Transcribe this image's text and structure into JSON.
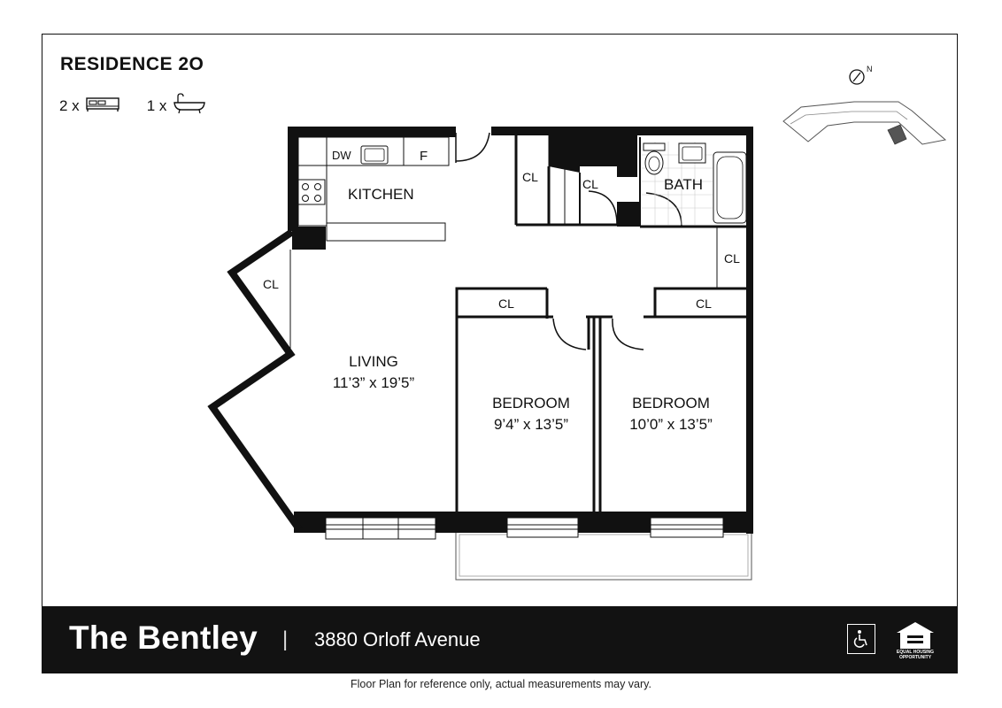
{
  "header": {
    "residence_title": "RESIDENCE 2O",
    "bedroom_count": "2 x",
    "bath_count": "1 x",
    "bed_icon": "bed-icon",
    "bathtub_icon": "bathtub-icon"
  },
  "rooms": {
    "dw": "DW",
    "fridge": "F",
    "kitchen": "KITCHEN",
    "closet": "CL",
    "bath": "BATH",
    "living": "LIVING",
    "living_dims": "11’3” x 19’5”",
    "bedroom1": "BEDROOM",
    "bedroom1_dims": "9’4” x 13’5”",
    "bedroom2": "BEDROOM",
    "bedroom2_dims": "10’0” x 13’5”"
  },
  "compass": {
    "letter": "N"
  },
  "footer": {
    "building": "The Bentley",
    "separator": "|",
    "address": "3880 Orloff Avenue",
    "accessibility_icon": "wheelchair-icon",
    "equal_housing_text": "EQUAL HOUSING OPPORTUNITY"
  },
  "disclaimer": "Floor Plan for reference only, actual measurements may vary.",
  "colors": {
    "wall": "#111111",
    "footer_bg": "#121212",
    "highlight_unit": "#555555"
  }
}
